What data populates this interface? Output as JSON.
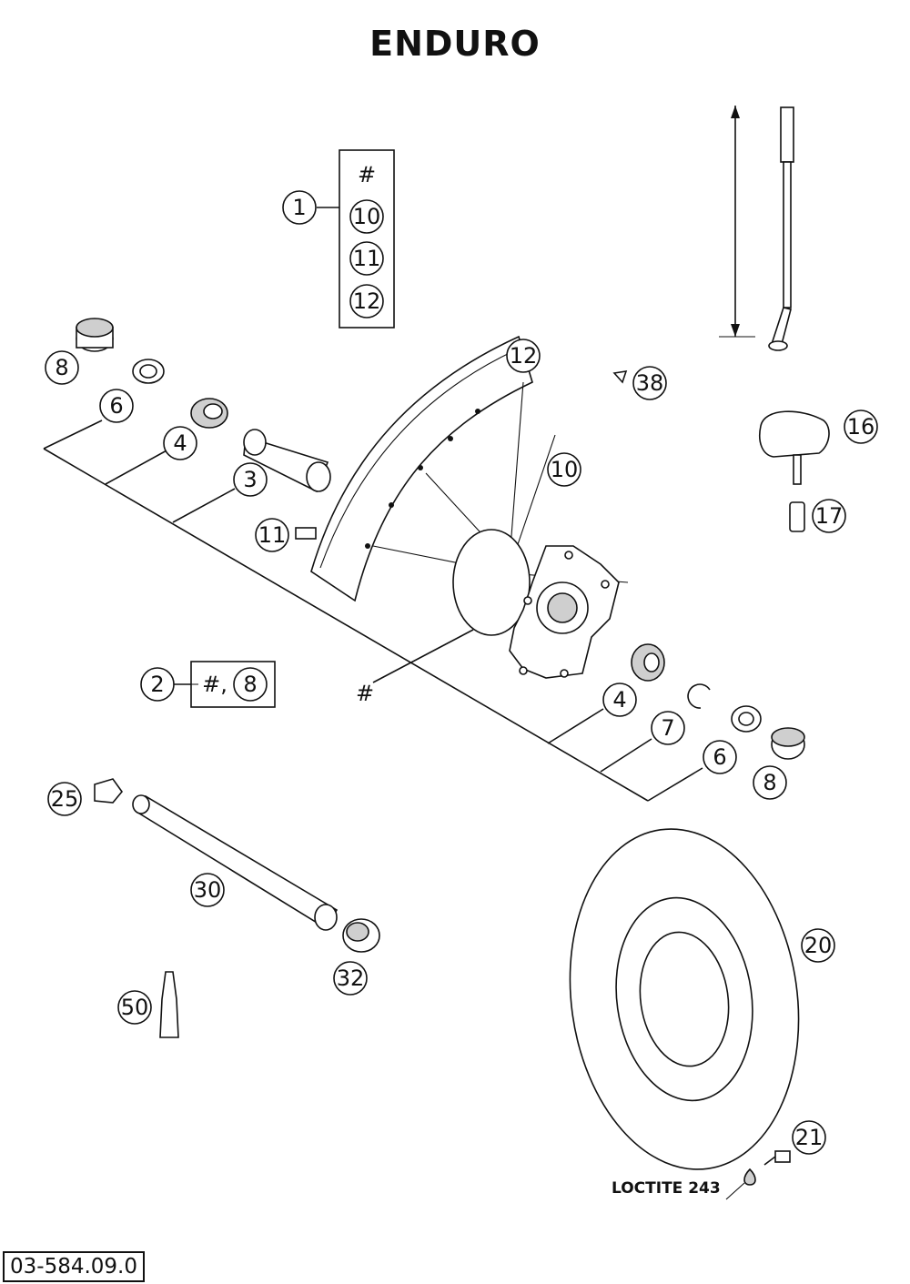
{
  "title": "ENDURO",
  "drawing_code": "03-584.09.0",
  "loctite_label": "LOCTITE 243",
  "hash_symbol": "#",
  "group_box_1": {
    "part": "1",
    "items": [
      "#",
      "10",
      "11",
      "12"
    ]
  },
  "group_box_2": {
    "part": "2",
    "text": "#,",
    "ref": "8"
  },
  "callouts": {
    "c8a": "8",
    "c6a": "6",
    "c4a": "4",
    "c3": "3",
    "c11": "11",
    "c12": "12",
    "c10": "10",
    "c38": "38",
    "c16": "16",
    "c17": "17",
    "c4b": "4",
    "c7": "7",
    "c6b": "6",
    "c8b": "8",
    "c25": "25",
    "c30": "30",
    "c32": "32",
    "c50": "50",
    "c20": "20",
    "c21": "21"
  }
}
